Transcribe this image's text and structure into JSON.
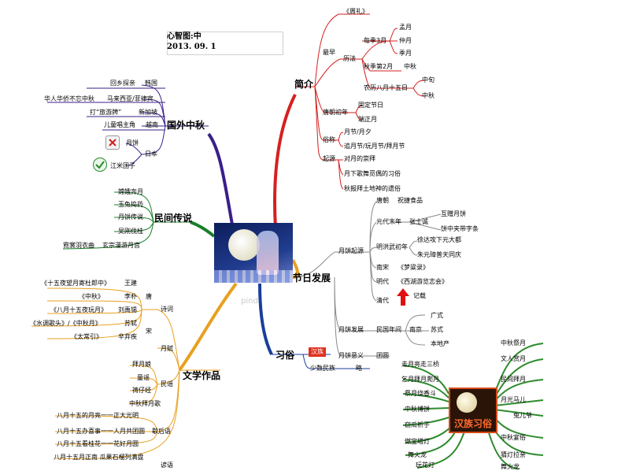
{
  "title": {
    "line1": "心智图:中",
    "line2": "2013. 09. 1("
  },
  "watermark": "pind",
  "colors": {
    "intro": "#d62020",
    "festival": "#1f7a3a",
    "folk": "#1a7f2a",
    "foreign": "#3a1f8a",
    "literature": "#e8a020",
    "custom": "#1a3f9a",
    "han": "#2e8b2e"
  },
  "branches": {
    "intro": {
      "label": "简介",
      "items": {
        "zhouli": "《周礼》",
        "lifa": "历法",
        "measure3": "每季3月",
        "meng": "孟月",
        "zhong": "仲月",
        "ji": "季月",
        "autumn2": "秋季第2月",
        "mid_autumn": "中秋",
        "lunar15": "农历八月十五日",
        "zhongxun": "中旬",
        "zhongqiu2": "中秋",
        "tang": "唐朝初年",
        "fixed": "固定节日",
        "zhengyue": "端正月",
        "bieming": "俗称",
        "yuexi": "月节/月夕",
        "zhuiyue": "追月节/玩月节/拜月节",
        "qiyuan": "起源",
        "worship": "对月的崇拜",
        "custom1": "月下歌舞觅偶的习俗",
        "custom2": "秋报拜土地神的遗俗",
        "cut_top": "最早"
      }
    },
    "festival": {
      "label": "节日发展",
      "items": {
        "origin": "月饼起源",
        "tang": "唐朝",
        "zhuangyuan": "祝捷食品",
        "yuan": "元代末年",
        "zhangshicheng": "张士诚",
        "hufu": "互赠月饼",
        "binghu": "饼中夹带字条",
        "ming_early": "明洪武初年",
        "xu": "徐达攻下元大都",
        "zhu": "朱元璋普天同庆",
        "nansong": "南宋",
        "mengliang": "《梦粱录》",
        "ming": "明代",
        "xihu": "《西湖游览志会》",
        "qing": "清代",
        "record": "记载",
        "develop": "月饼发展",
        "minguo": "民国年间",
        "nanjing": "南京",
        "guangshi": "广式",
        "sushi": "苏式",
        "local": "本地产",
        "meaning": "月饼意义",
        "tuanyuan": "团圆"
      }
    },
    "foreign": {
      "label": "国外中秋",
      "items": {
        "korea": "韩国",
        "korea_d": "回乡探亲",
        "malay": "马来西亚/菲律宾",
        "malay_d": "华人华侨不忘中秋",
        "singapore": "新加坡",
        "singapore_d": "打“旅游牌”",
        "vietnam": "越南",
        "vietnam_d": "儿童唱主角",
        "japan": "日本",
        "yuebing": "月饼",
        "dango": "江米团子"
      }
    },
    "folk": {
      "label": "民间传说",
      "items": {
        "chang_e": "嫦娥奔月",
        "rabbit": "玉兔捣药",
        "mooncake": "月饼传说",
        "wugang": "吴刚伐桂",
        "nishang": "霓裳羽衣曲",
        "xuanzong": "玄宗漫游月宫"
      }
    },
    "literature": {
      "label": "文学作品",
      "items": {
        "poem": "诗词",
        "tang": "唐",
        "song": "宋",
        "shiwu": "《十五夜望月寄杜郎中》",
        "wangjian": "王建",
        "zhongqiu": "《中秋》",
        "lipu": "李朴",
        "bayue": "《八月十五夜玩月》",
        "liuyuxi": "刘禹锡",
        "shuidiao": "《水调歌头》/《中秋月》",
        "sushi": "苏轼",
        "taichang": "《太常引》",
        "xinqiji": "辛弃疾",
        "fu": "月赋",
        "minyao": "民谣",
        "baiyue": "拜月娘",
        "tongyao": "童谣",
        "qiaoxi": "祷仔经",
        "zhongqiu_ge": "中秋拜月歌",
        "xiehou": "歇后语",
        "x1": "八月十五的月亮一一正大光明",
        "x2": "八月十五办喜事一一人月共团圆",
        "x3": "八月十五看桂花一一花好月圆",
        "x4": "八月十五月正南  瓜果石榴列满盘",
        "yanyu": "谚语"
      }
    },
    "custom": {
      "label": "习俗",
      "han": "汉族",
      "minority": "少数民族",
      "lue": "略"
    },
    "han_customs": {
      "label": "汉族习俗",
      "left": [
        "走月亮走三桥",
        "乞月拜月爬月",
        "祭月烧香斗",
        "中秋博饼",
        "窃瓜祈子",
        "燃宝塔灯",
        "舞火龙",
        "玩花灯"
      ],
      "right": [
        "中秋祭月",
        "文人赏月",
        "民间拜月",
        "月光马儿",
        "兔儿爷",
        "中秋宴俗",
        "猜灯拉亲",
        "舞火龙"
      ]
    }
  }
}
